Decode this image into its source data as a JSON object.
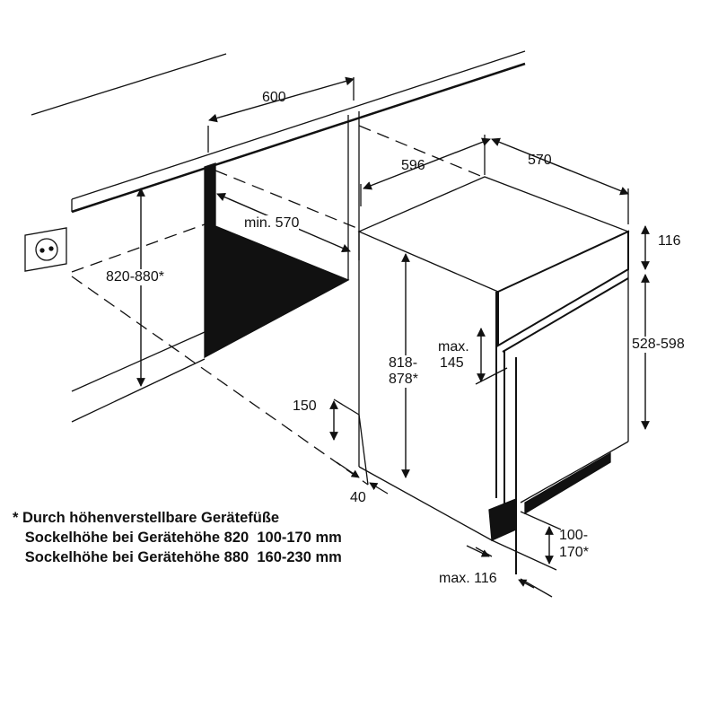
{
  "dimensions": {
    "niche_width": "600",
    "niche_depth": "min. 570",
    "niche_height": "820-880*",
    "appliance_width": "596",
    "appliance_depth": "570",
    "panel_top": "116",
    "door_height": "528-598",
    "appliance_height_line1": "818-",
    "appliance_height_line2": "878*",
    "max_label": "max.",
    "max_145": "145",
    "plinth_150": "150",
    "plinth_40": "40",
    "plinth_range_line1": "100-",
    "plinth_range_line2": "170*",
    "max_116": "max. 116"
  },
  "footnote": {
    "line1": "* Durch höhenverstellbare Gerätefüße",
    "line2": "   Sockelhöhe bei Gerätehöhe 820  100-170 mm",
    "line3": "   Sockelhöhe bei Gerätehöhe 880  160-230 mm"
  }
}
